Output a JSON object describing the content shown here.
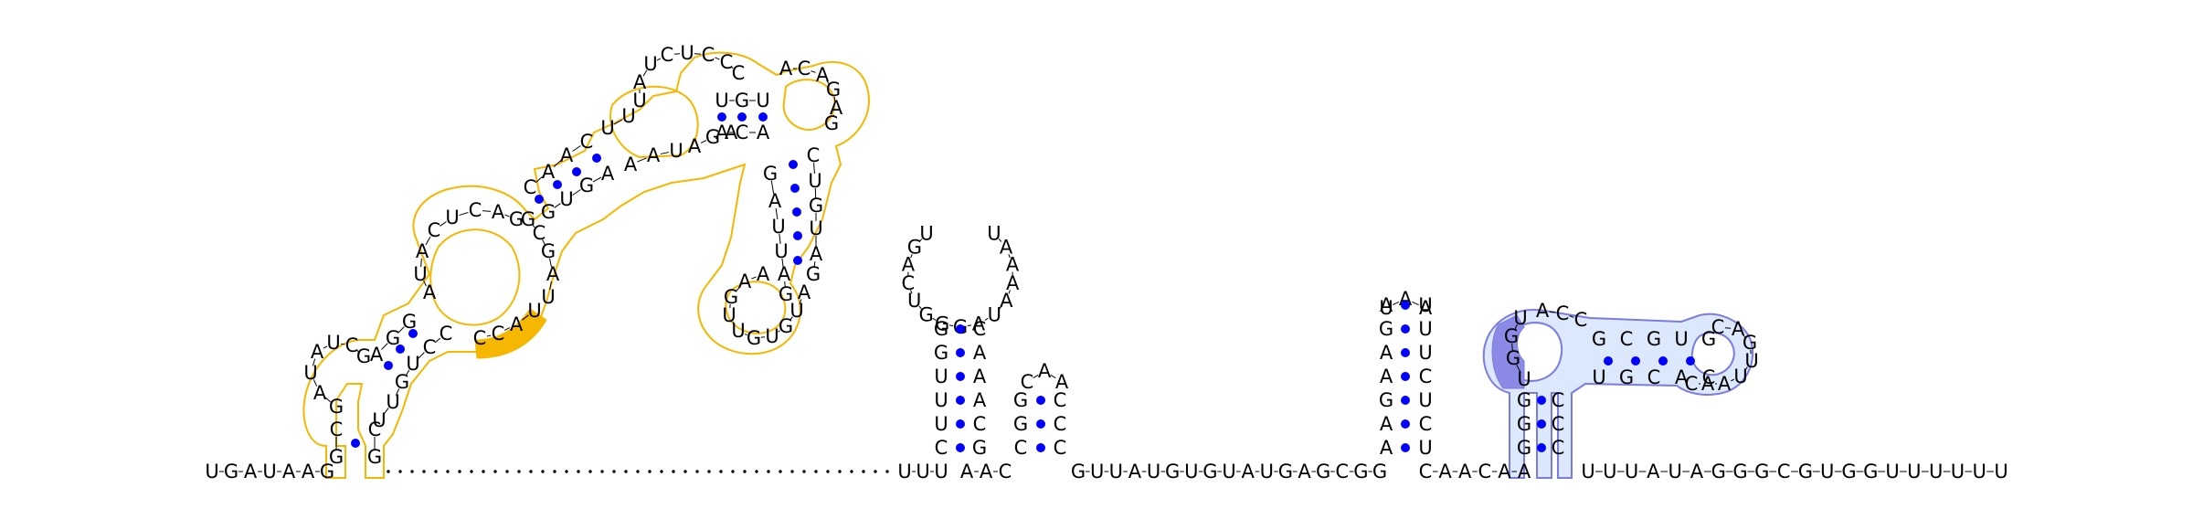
{
  "structures": [
    {
      "id": "left-multiloop",
      "sequence": "UGAUAAGGCAUUGUAUGCGGAUAACGAUCGCACUUAUCUCCCUGUACAGAGCGAUUGGCGUGAAAAGGAUGACAUAGAAAGUGCGGAUCCAGCUUGGAACCUACUCCCAU",
      "color": "#f5b700"
    },
    {
      "id": "middle-hairpins",
      "sequence": "UUUUCCGUUUUGAAAAUAGGGUCAGUGCAAAAGAACGGGCCACACCC",
      "color": "#000000"
    },
    {
      "id": "right-hairpin",
      "sequence": "AGAAGUAAUAAAAUUUCUC",
      "color": "#000000"
    },
    {
      "id": "right-structure",
      "sequence": "AGGUUAUGGCUCGGCGUGCAGUUCAACGUGCGGCCUU",
      "color": "#7b7be6"
    }
  ],
  "backbone_tail": "UUUAUAGGGCGUGGUUUUUU",
  "backbone_middle": "GUUAUGUGUAUGAGCGG",
  "backbone_head": "UGAUAAG",
  "backbone_link": "CAACAA",
  "colors": {
    "highlight_orange": "#f5b700",
    "outline_orange": "#f5b700",
    "highlight_blue_fill": "#dce8fb",
    "highlight_blue_stroke": "#7b7be6",
    "highlight_blue_dark": "#8a8ae6",
    "pair_dot": "#0000ff",
    "text": "#000000"
  }
}
